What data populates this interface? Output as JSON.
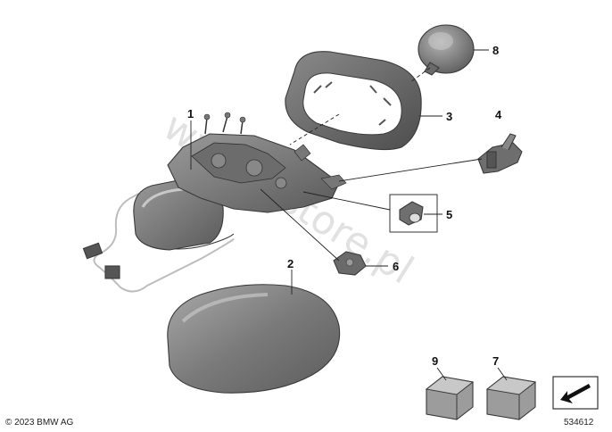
{
  "watermark": "www.wstore.pl",
  "copyright": "© 2023 BMW AG",
  "diagram_number": "534612",
  "callouts": {
    "c1": "1",
    "c2": "2",
    "c3": "3",
    "c4": "4",
    "c5": "5",
    "c6": "6",
    "c7": "7",
    "c8": "8",
    "c9": "9"
  },
  "colors": {
    "part_gray": "#8d8d8d",
    "part_dark": "#555555",
    "part_light": "#c2c2c2"
  }
}
